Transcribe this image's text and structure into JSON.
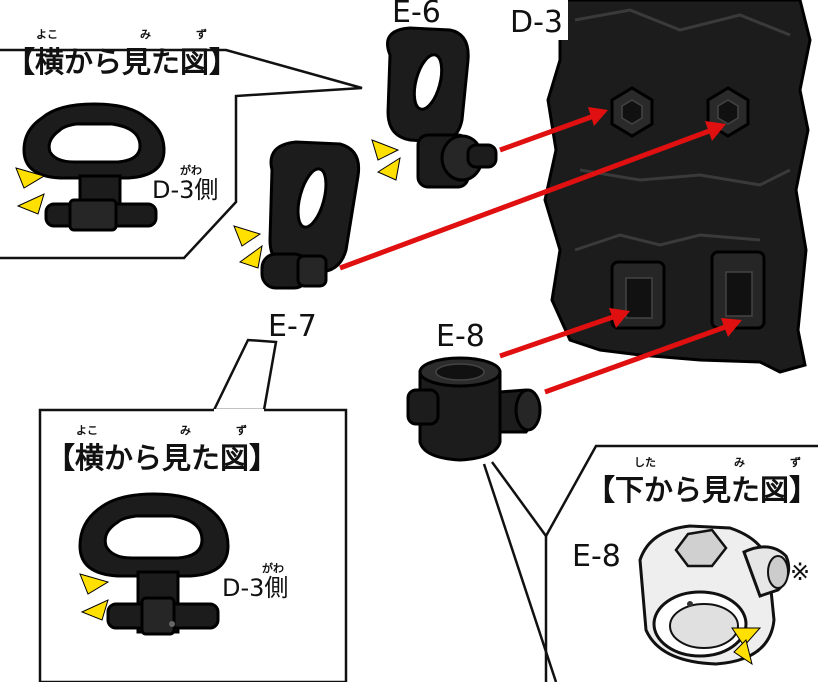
{
  "colors": {
    "ink": "#111111",
    "part": "#1c1c1c",
    "part_hi": "#3a3a3a",
    "arrow": "#e01010",
    "marker": "#ffe000",
    "white_part": "#eeeeee"
  },
  "parts": {
    "e6": "E-6",
    "e7": "E-7",
    "e8": "E-8",
    "d3": "D-3"
  },
  "callout_top": {
    "ruby_yoko": "よこ",
    "ruby_mi": "み",
    "ruby_zu": "ず",
    "title": "【横から見た図】",
    "side_ruby": "がわ",
    "side_label": "D-3側"
  },
  "callout_mid": {
    "ruby_yoko": "よこ",
    "ruby_mi": "み",
    "ruby_zu": "ず",
    "title": "【横から見た図】",
    "side_ruby": "がわ",
    "side_label": "D-3側"
  },
  "callout_bottom": {
    "ruby_shita": "した",
    "ruby_mi": "み",
    "ruby_zu": "ず",
    "title": "【下から見た図】",
    "part_label": "E-8",
    "note_mark": "※"
  }
}
